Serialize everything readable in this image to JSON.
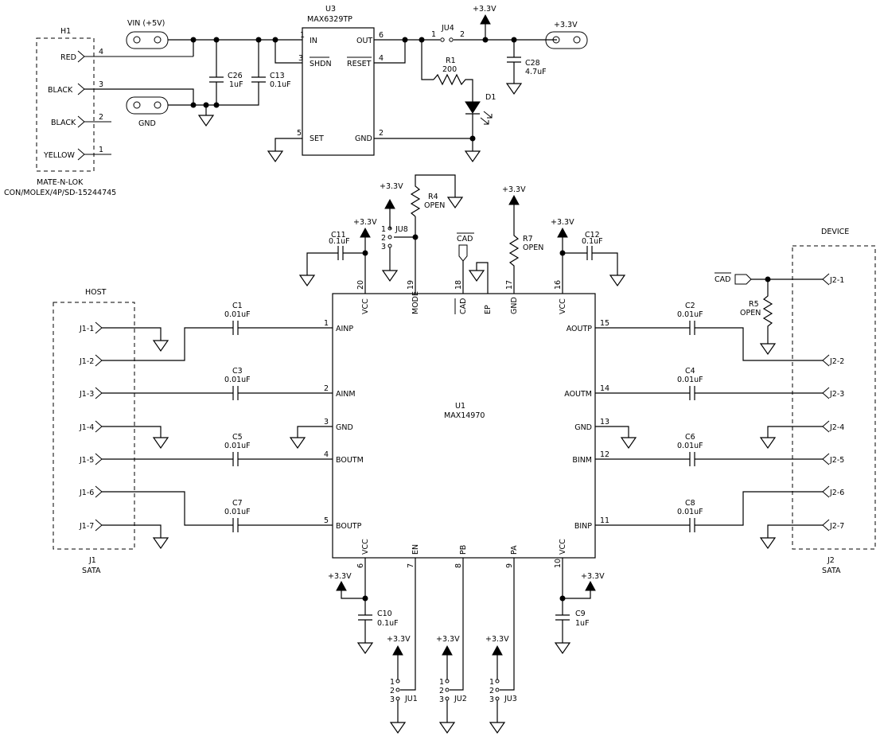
{
  "h1": {
    "ref": "H1",
    "part": "MATE-N-LOK",
    "pn": "CON/MOLEX/4P/SD-15244745",
    "pins": [
      {
        "num": "4",
        "label": "RED"
      },
      {
        "num": "3",
        "label": "BLACK"
      },
      {
        "num": "2",
        "label": "BLACK"
      },
      {
        "num": "1",
        "label": "YELLOW"
      }
    ]
  },
  "vin": "VIN  (+5V)",
  "gnd": "GND",
  "c26": {
    "ref": "C26",
    "val": "1uF"
  },
  "c13": {
    "ref": "C13",
    "val": "0.1uF"
  },
  "u3": {
    "ref": "U3",
    "part": "MAX6329TP",
    "pins": {
      "in": "IN",
      "shdn": "SHDN",
      "set": "SET",
      "out": "OUT",
      "reset": "RESET",
      "gnd": "GND"
    },
    "nums": {
      "in": "1",
      "shdn": "3",
      "set": "5",
      "out": "6",
      "reset": "4",
      "gnd": "2"
    }
  },
  "ju4": {
    "ref": "JU4",
    "p1": "1",
    "p2": "2"
  },
  "r1": {
    "ref": "R1",
    "val": "200"
  },
  "d1": {
    "ref": "D1"
  },
  "c28": {
    "ref": "C28",
    "val": "4.7uF"
  },
  "v33": "+3.3V",
  "u1": {
    "ref": "U1",
    "part": "MAX14970",
    "left": [
      {
        "num": "1",
        "name": "AINP"
      },
      {
        "num": "2",
        "name": "AINM"
      },
      {
        "num": "3",
        "name": "GND"
      },
      {
        "num": "4",
        "name": "BOUTM"
      },
      {
        "num": "5",
        "name": "BOUTP"
      }
    ],
    "right": [
      {
        "num": "15",
        "name": "AOUTP"
      },
      {
        "num": "14",
        "name": "AOUTM"
      },
      {
        "num": "13",
        "name": "GND"
      },
      {
        "num": "12",
        "name": "BINM"
      },
      {
        "num": "11",
        "name": "BINP"
      }
    ],
    "top": [
      {
        "num": "20",
        "name": "VCC"
      },
      {
        "num": "19",
        "name": "MODE"
      },
      {
        "num": "18",
        "name": "CAD"
      },
      {
        "num": "EP",
        "name": "EP"
      },
      {
        "num": "17",
        "name": "GND"
      },
      {
        "num": "16",
        "name": "VCC"
      }
    ],
    "bottom": [
      {
        "num": "6",
        "name": "VCC"
      },
      {
        "num": "7",
        "name": "EN"
      },
      {
        "num": "8",
        "name": "PB"
      },
      {
        "num": "9",
        "name": "PA"
      },
      {
        "num": "10",
        "name": "VCC"
      }
    ]
  },
  "c11": {
    "ref": "C11",
    "val": "0.1uF"
  },
  "c12": {
    "ref": "C12",
    "val": "0.1uF"
  },
  "c10": {
    "ref": "C10",
    "val": "0.1uF"
  },
  "c9": {
    "ref": "C9",
    "val": "1uF"
  },
  "r4": {
    "ref": "R4",
    "val": "OPEN"
  },
  "r7": {
    "ref": "R7",
    "val": "OPEN"
  },
  "r5": {
    "ref": "R5",
    "val": "OPEN"
  },
  "cad": "CAD",
  "jumpers": {
    "ju8": "JU8",
    "ju1": "JU1",
    "ju2": "JU2",
    "ju3": "JU3",
    "p1": "1",
    "p2": "2",
    "p3": "3"
  },
  "caps_left": [
    {
      "ref": "C1",
      "val": "0.01uF"
    },
    {
      "ref": "C3",
      "val": "0.01uF"
    },
    {
      "ref": "C5",
      "val": "0.01uF"
    },
    {
      "ref": "C7",
      "val": "0.01uF"
    }
  ],
  "caps_right": [
    {
      "ref": "C2",
      "val": "0.01uF"
    },
    {
      "ref": "C4",
      "val": "0.01uF"
    },
    {
      "ref": "C6",
      "val": "0.01uF"
    },
    {
      "ref": "C8",
      "val": "0.01uF"
    }
  ],
  "j1": {
    "ref": "J1",
    "type": "SATA",
    "title": "HOST",
    "pins": [
      "J1-1",
      "J1-2",
      "J1-3",
      "J1-4",
      "J1-5",
      "J1-6",
      "J1-7"
    ]
  },
  "j2": {
    "ref": "J2",
    "type": "SATA",
    "title": "DEVICE",
    "pins": [
      "J2-1",
      "J2-2",
      "J2-3",
      "J2-4",
      "J2-5",
      "J2-6",
      "J2-7"
    ]
  }
}
